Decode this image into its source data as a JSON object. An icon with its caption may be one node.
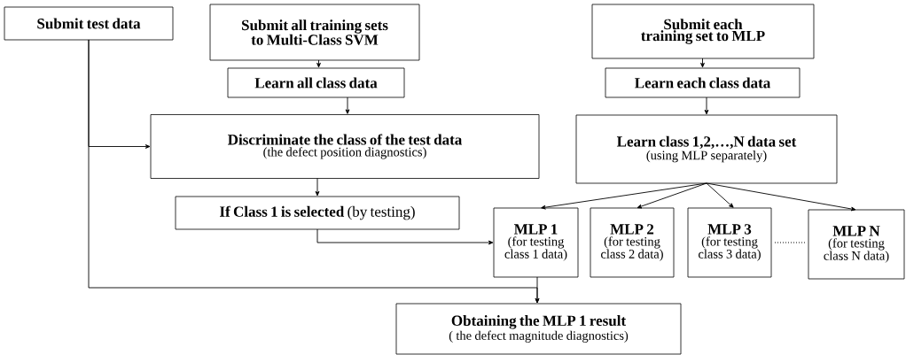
{
  "diagram": {
    "nodes": [
      {
        "text": [
          "Submit test data"
        ]
      },
      {
        "text": [
          "Submit all training sets to Multi-Class SVM"
        ]
      },
      {
        "text": [
          "Learn all class data"
        ]
      },
      {
        "text": [
          "Discriminate the class of the test data",
          "(the defect position diagnostics)"
        ]
      },
      {
        "text": [
          "**If Class 1 is selected** (by testing)"
        ]
      },
      {
        "text": [
          "Submit each training set to MLP"
        ]
      },
      {
        "text": [
          "Learn each class data"
        ]
      },
      {
        "text": [
          "Learn class 1,2,…,N data set",
          "(using MLP separately)"
        ]
      },
      {
        "text": [
          "MLP 1",
          "(for testing class 1 data)"
        ]
      },
      {
        "text": [
          "MLP 2",
          "(for testing class 2 data)"
        ]
      },
      {
        "text": [
          "MLP 3",
          "(for testing class 3 data)"
        ]
      },
      {
        "text": [
          "MLP N",
          "(for testing class N data)"
        ]
      },
      {
        "text": [
          "Obtaining the MLP 1 result",
          "( the defect magnitude diagnostics)"
        ]
      }
    ],
    "edges": [
      {
        "from": 0,
        "to": 3,
        "arrow": "to"
      },
      {
        "from": 0,
        "to": 12,
        "arrow": "to"
      },
      {
        "from": 1,
        "to": 2,
        "arrow": "to"
      },
      {
        "from": 2,
        "to": 3,
        "arrow": "to"
      },
      {
        "from": 3,
        "to": 4,
        "arrow": "to"
      },
      {
        "from": 4,
        "to": 8,
        "arrow": "to"
      },
      {
        "from": 5,
        "to": 6,
        "arrow": "to"
      },
      {
        "from": 6,
        "to": 7,
        "arrow": "to"
      },
      {
        "from": 7,
        "to": 8,
        "arrow": "to"
      },
      {
        "from": 7,
        "to": 9,
        "arrow": "to"
      },
      {
        "from": 7,
        "to": 10,
        "arrow": "to"
      },
      {
        "from": 7,
        "to": 11,
        "arrow": "to"
      },
      {
        "from": 8,
        "to": 12,
        "arrow": "to"
      }
    ]
  }
}
